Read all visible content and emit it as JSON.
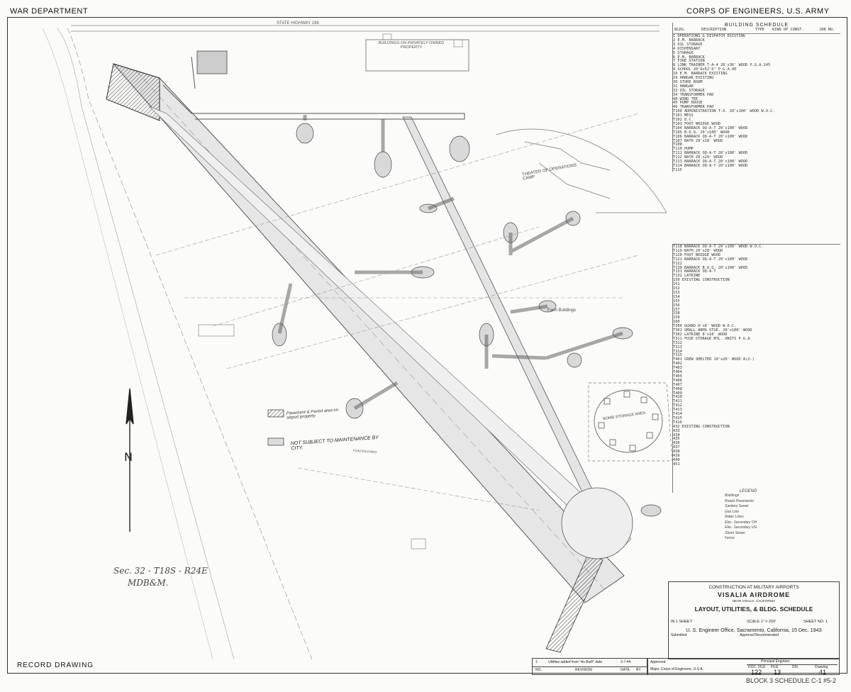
{
  "header": {
    "left": "WAR DEPARTMENT",
    "right": "CORPS OF ENGINEERS, U.S. ARMY"
  },
  "map_labels": {
    "highway": "STATE HIGHWAY 198",
    "cold_storage": "BUILDINGS ON PRIVATELY OWNED PROPERTY",
    "theater": "THEATER OF OPERATIONS CAMP",
    "farm": "Farm Buildings",
    "bomb": "BOMB STORAGE AREA",
    "section": "Sec. 32 - T18S - R24E",
    "meridian": "MDB&M.",
    "note1": "Pavement & Paved area on airport property",
    "note2": "NOT SUBJECT TO MAINTENANCE BY CITY.",
    "field_boundary": "Field Boundary",
    "north": "N"
  },
  "schedule": {
    "title": "BUILDING   SCHEDULE",
    "columns": [
      "BLDG.",
      "DESCRIPTION",
      "TYPE",
      "KIND OF CONST.",
      "JOB NO."
    ],
    "rows_top": [
      "1   OPERATIONS & DISPATCH      EXISTING",
      "2   E.M. BARRACK",
      "3   OIL STORAGE",
      "4   DISPENSARY",
      "5   STORAGE",
      "6   E.M. BARRACK",
      "7   FIRE STATION",
      "8   LINK TRAINER          T-A-4  20'x36' WOOD   P.G.A.145",
      "9   SCHOOL                       20'6x52'6\"     P.G.A.90",
      "10  E.M. BARRACK                  EXISTING",
      "29  HANGAR                        EXISTING",
      "30  STORE ROOM",
      "31  HANGAR",
      "33  OIL STORAGE",
      "34  TRANSFORMER PAD",
      "40  WIND TEE",
      "45  PUMP HOUSE",
      "46  TRANSFORMER PAD",
      "T100 ADMINISTRATION       T.O.   20'x100' WOOD  W.O.C.",
      "T101 MESS",
      "T102 D.C.",
      "T103 FOOT BRIDGE                  WOOD",
      "T104 BARRACK              OQ-A-T 20'x100' WOOD",
      "T105 B.O.Q.                      20'x100' WOOD",
      "T106 BARRACK              OQ-A-T 20'x100' WOOD",
      "T107 BATH                        20'x28' WOOD",
      "T108",
      "T110 PUMP",
      "T111 BARRACK              OQ-A-T 20'x100' WOOD",
      "T112 BATH                        20'x28' WOOD",
      "T113 BARRACK              OQ-A-T 20'x100' WOOD",
      "T114 BARRACK              OQ-A-T 20'x100' WOOD",
      "T115"
    ],
    "rows_bottom": [
      "T118 BARRACK              OQ-A-T 20'x100' WOOD   W.O.C.",
      "T119 BATH                        20'x28' WOOD",
      "T120 FOOT BRIDGE                  WOOD",
      "T121 BARRACK              OQ-A-T 20'x100' WOOD",
      "T122",
      "T130 BARRACK              B.O.Q. 20'x100' WOOD",
      "T131 BARRACK              OQ-A-T",
      "T132 LATRINE",
      "150  EXISTING CONSTRUCTION",
      "151",
      "152",
      "153",
      "154",
      "155",
      "156",
      "157",
      "158",
      "159",
      "160",
      "T300 GUARD                       8'x8' WOOD     W.O.C.",
      "T301 SMALL ARMS STGE.            20'x100' WOOD",
      "T302 LATRINE                     8'x10' WOOD",
      "T311 FUSE STORAGE                NTL. UNITS     P.G.A.",
      "T312",
      "T313",
      "T314",
      "T315",
      "T401 CREW SHELTER                10'x20' WOOD   A(2-)",
      "T402",
      "T403",
      "T404",
      "T405",
      "T406",
      "T407",
      "T408",
      "T409",
      "T410",
      "T411",
      "T412",
      "T413",
      "T414",
      "T415",
      "T416",
      "432  EXISTING CONSTRUCTION",
      "433",
      "434",
      "435",
      "436",
      "437",
      "438",
      "439",
      "440",
      "451"
    ]
  },
  "legend": {
    "title": "LEGEND",
    "items": [
      "Buildings",
      "Roads Pavements",
      "Sanitary Sewer",
      "Gas Line",
      "Water Lines",
      "Elec. Secondary OH",
      "Elec. Secondary UG",
      "Storm Sewer",
      "Fence"
    ]
  },
  "title_block": {
    "line1": "CONSTRUCTION AT MILITARY AIRPORTS",
    "line2": "VISALIA AIRDROME",
    "line3": "NEAR VISALIA, CALIFORNIA",
    "line4": "LAYOUT, UTILITIES, & BLDG. SCHEDULE",
    "sheet": "IN 1 SHEET",
    "scale": "SCALE 1\" = 200'",
    "sheet_no": "SHEET NO. 1",
    "office": "U. S. Engineer Office, Sacramento, California, 15 Dec. 1943",
    "submitted": "Submitted",
    "approval": "Approval Recommended",
    "chief": "Principal Engineer",
    "corps": "Major, Corps of Engineers, U.S.A.",
    "approved": "Approved",
    "file_labels": [
      "DOC. FILE",
      "FILE",
      "DIV.",
      "Drawing"
    ],
    "file_values": [
      "122",
      "13",
      "41"
    ]
  },
  "revision": {
    "num": "1",
    "text": "Utilities added from \"As Built\" data",
    "date": "2-7-44",
    "labels": [
      "NO.",
      "REVISION",
      "DATE",
      "BY"
    ]
  },
  "footer": {
    "record": "RECORD   DRAWING",
    "block": "BLOCK 3 SCHEDULE C-1 #5-2"
  }
}
